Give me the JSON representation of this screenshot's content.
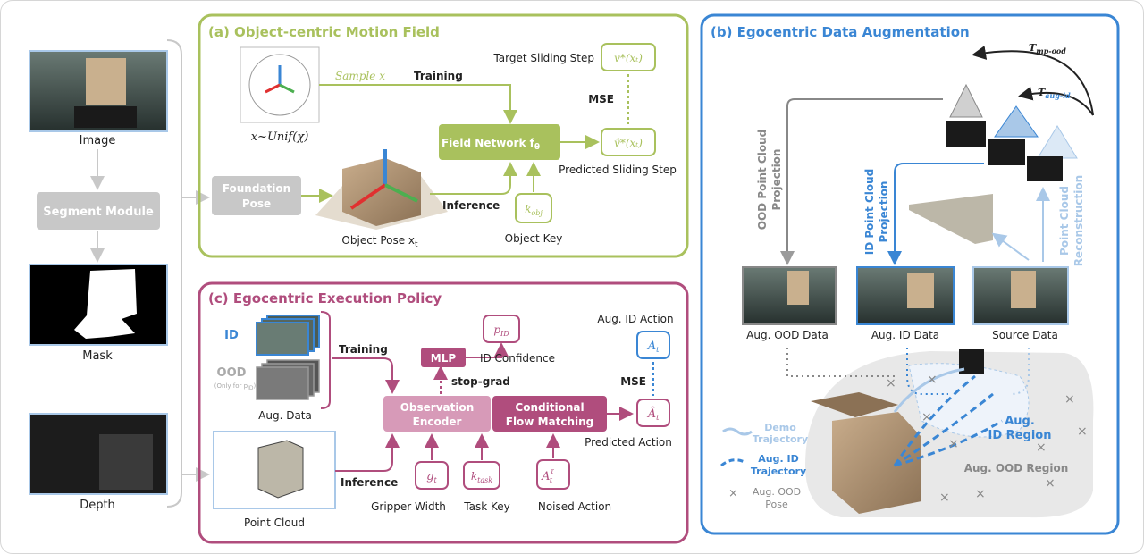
{
  "colors": {
    "green": "#a9c15d",
    "green_dark": "#8faa3f",
    "pink": "#b04d7d",
    "pink_light": "#d79ab8",
    "blue": "#3a86d4",
    "blue_light": "#a9c8e8",
    "gray": "#9b9b9b",
    "gray_light": "#c8c8c8"
  },
  "left": {
    "image_label": "Image",
    "segment_module": "Segment Module",
    "mask_label": "Mask",
    "depth_label": "Depth"
  },
  "panel_a": {
    "title": "(a) Object-centric Motion Field",
    "sample_x": "Sample x",
    "sample_dist": "x~Unif(χ)",
    "training": "Training",
    "target_step_label": "Target Sliding Step",
    "target_step_symbol": "v*(xₜ)",
    "mse": "MSE",
    "field_network": "Field Network f",
    "field_network_sub": "θ",
    "predicted_step_symbol": "v̂*(xₜ)",
    "predicted_step_label": "Predicted Sliding Step",
    "foundation_pose_1": "Foundation",
    "foundation_pose_2": "Pose",
    "inference": "Inference",
    "object_key_symbol": "k",
    "object_key_sub": "obj",
    "object_key_label": "Object Key",
    "object_pose_label": "Object Pose x",
    "object_pose_sub": "t"
  },
  "panel_b": {
    "title": "(b) Egocentric Data Augmentation",
    "t_mp_ood": "T",
    "t_mp_ood_sub": "mp-ood",
    "t_aug_id": "T",
    "t_aug_id_sub": "aug-id",
    "ood_projection_1": "OOD Point Cloud",
    "ood_projection_2": "Projection",
    "id_projection_1": "ID Point Cloud",
    "id_projection_2": "Projection",
    "pc_recon_1": "Point Cloud",
    "pc_recon_2": "Reconstruction",
    "aug_ood_data": "Aug. OOD Data",
    "aug_id_data": "Aug. ID Data",
    "source_data": "Source Data",
    "demo_traj_1": "Demo",
    "demo_traj_2": "Trajectory",
    "aug_id_traj_1": "Aug. ID",
    "aug_id_traj_2": "Trajectory",
    "aug_ood_pose_1": "Aug. OOD",
    "aug_ood_pose_2": "Pose",
    "aug_id_region_1": "Aug.",
    "aug_id_region_2": "ID Region",
    "aug_ood_region": "Aug. OOD Region"
  },
  "panel_c": {
    "title": "(c) Egocentric Execution Policy",
    "id": "ID",
    "ood": "OOD",
    "ood_note": "(Only for p",
    "ood_note_sub": "ID",
    "ood_note_end": ")",
    "aug_data": "Aug. Data",
    "training": "Training",
    "mlp": "MLP",
    "p_id": "p",
    "p_id_sub": "ID",
    "id_confidence": "ID Confidence",
    "stop_grad": "stop-grad",
    "aug_id_action": "Aug. ID Action",
    "a_t": "A",
    "a_t_sub": "t",
    "mse": "MSE",
    "obs_enc_1": "Observation",
    "obs_enc_2": "Encoder",
    "cfm_1": "Conditional",
    "cfm_2": "Flow Matching",
    "a_hat": "Â",
    "a_hat_sub": "t",
    "predicted_action": "Predicted Action",
    "inference": "Inference",
    "g_t": "g",
    "g_t_sub": "t",
    "k_task": "k",
    "k_task_sub": "task",
    "a_tau": "A",
    "a_tau_sup": "τ",
    "a_tau_sub": "t",
    "gripper_width": "Gripper Width",
    "task_key": "Task Key",
    "noised_action": "Noised Action",
    "point_cloud": "Point Cloud"
  }
}
